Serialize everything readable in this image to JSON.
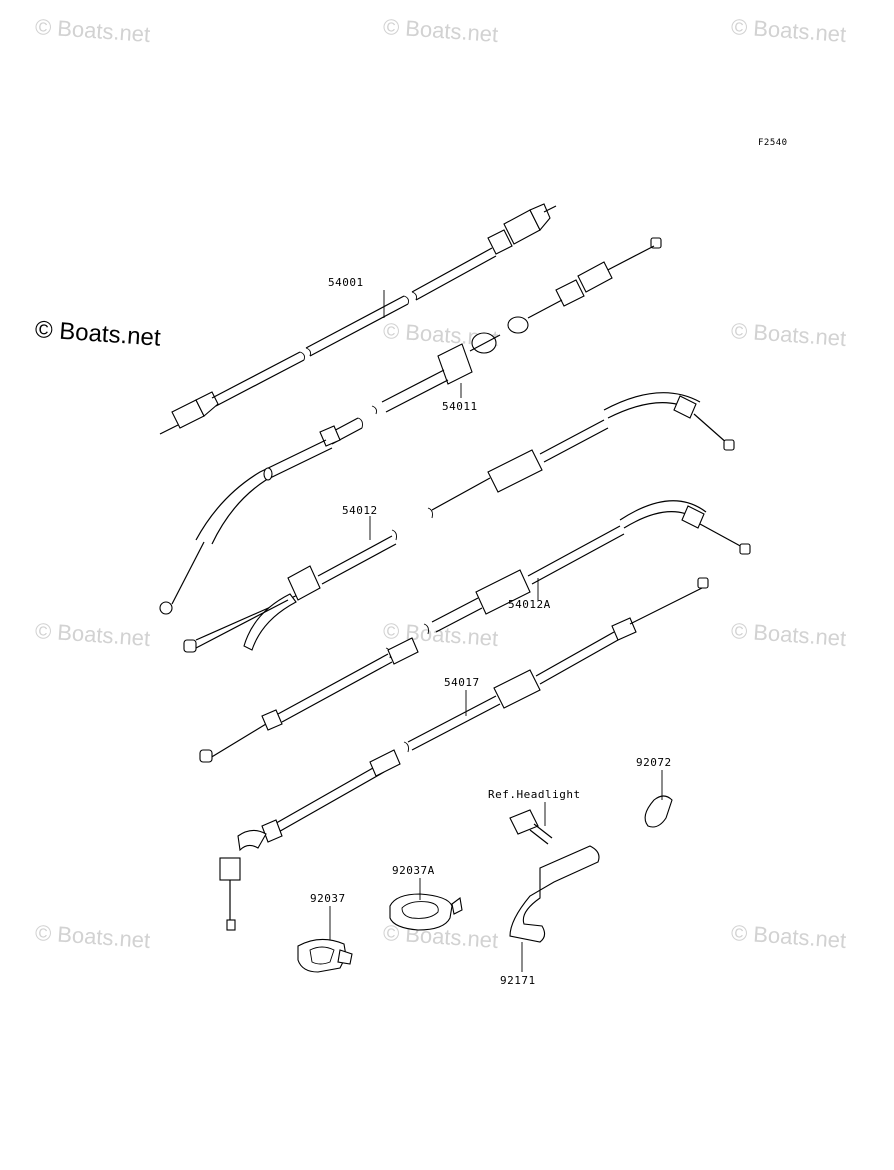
{
  "watermarks": {
    "text": "© Boats.net",
    "main_text": "© Boats.net"
  },
  "figure_id": "F2540",
  "parts": {
    "p54001": "54001",
    "p54011": "54011",
    "p54012": "54012",
    "p54012a": "54012A",
    "p54017": "54017",
    "p92072": "92072",
    "ref_headlight": "Ref.Headlight",
    "p92037a": "92037A",
    "p92037": "92037",
    "p92171": "92171"
  }
}
